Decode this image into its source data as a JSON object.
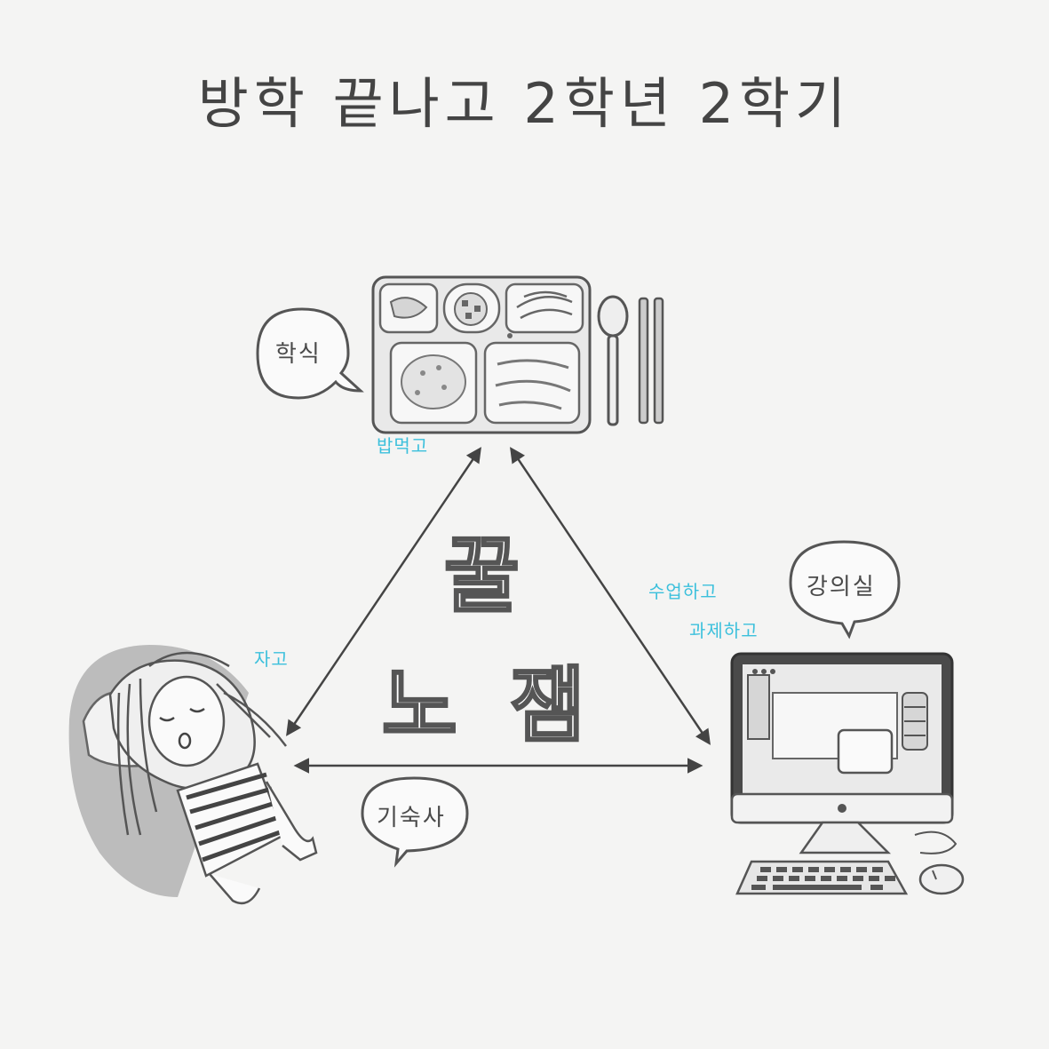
{
  "title": "방학 끝나고 2학년 2학기",
  "bubbles": {
    "cafeteria": "학식",
    "lecture_room": "강의실",
    "dormitory": "기숙사"
  },
  "actions": {
    "eat": "밥먹고",
    "class": "수업하고",
    "homework": "과제하고",
    "sleep": "자고"
  },
  "center": {
    "top": "꿀",
    "left": "노",
    "right": "잼"
  },
  "colors": {
    "background": "#f4f4f3",
    "ink": "#444444",
    "accent": "#3cc0dc"
  }
}
